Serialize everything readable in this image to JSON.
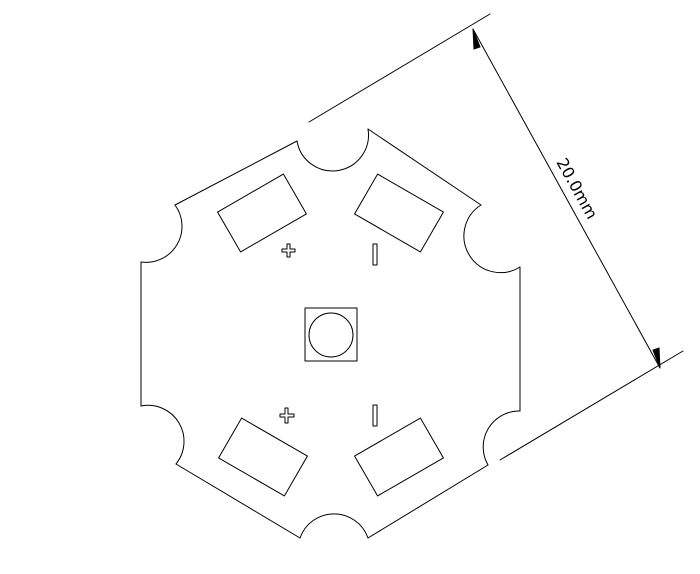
{
  "drawing": {
    "dimension_label": "20.0mm",
    "pad_markings": {
      "top_left": "+",
      "top_right": "I",
      "bottom_left": "+",
      "bottom_right": "I"
    },
    "stroke_color": "#000000",
    "background_color": "#ffffff"
  }
}
